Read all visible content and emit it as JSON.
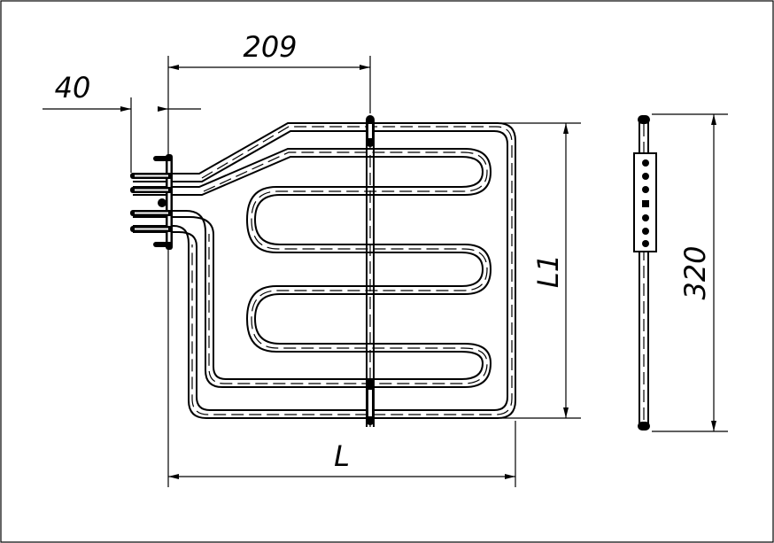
{
  "dimensions": {
    "top_width": "209",
    "terminal_offset": "40",
    "overall_length": "L",
    "side_length": "L1",
    "side_view_height": "320"
  }
}
